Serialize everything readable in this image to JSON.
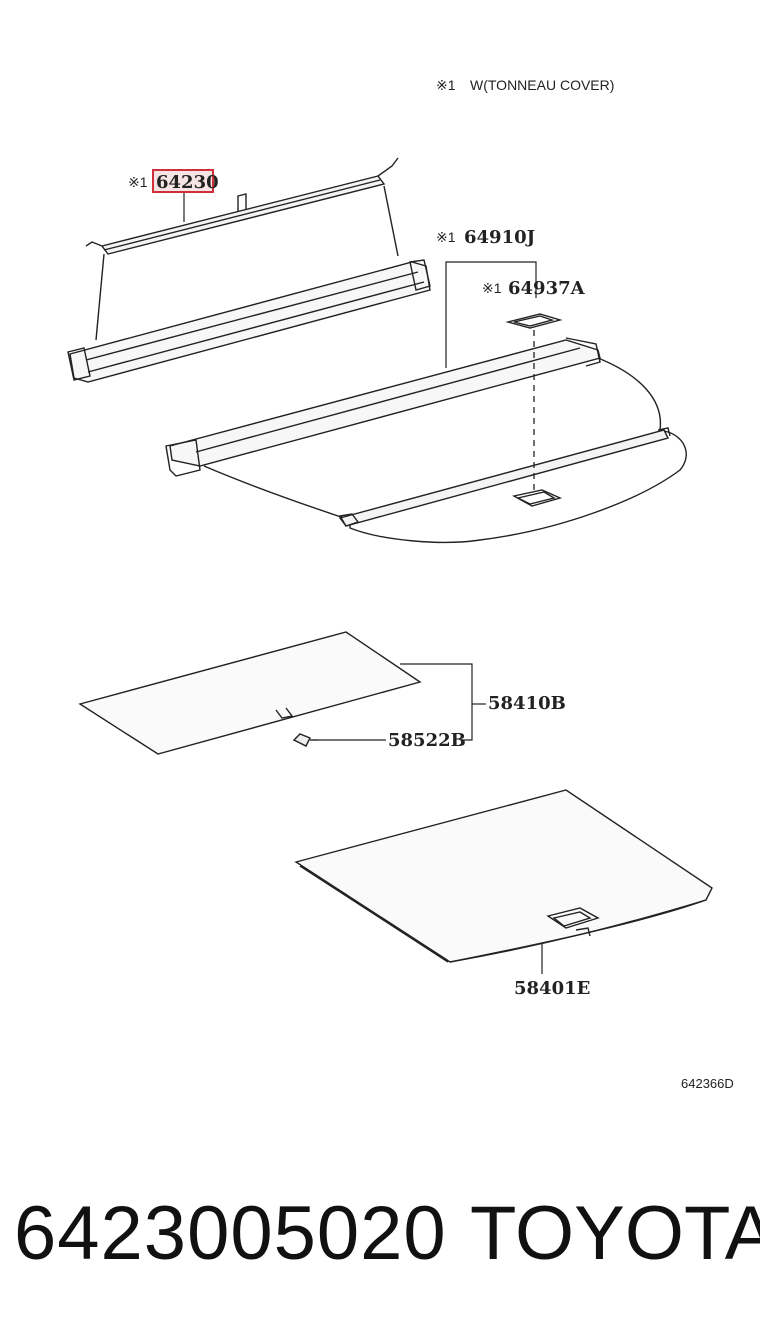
{
  "header_note": {
    "mark": "※1",
    "text": "W(TONNEAU COVER)"
  },
  "callouts": {
    "c64230": {
      "mark": "※1",
      "part": "64230"
    },
    "c64910J": {
      "mark": "※1",
      "part": "64910J"
    },
    "c64937A": {
      "mark": "※1",
      "part": "64937A"
    },
    "c58410B": {
      "part": "58410B"
    },
    "c58522B": {
      "part": "58522B"
    },
    "c58401E": {
      "part": "58401E"
    }
  },
  "illustration_id": "642366D",
  "footer": {
    "part_number": "6423005020",
    "brand": "TOYOTA"
  },
  "highlight_color": "#d0303a"
}
